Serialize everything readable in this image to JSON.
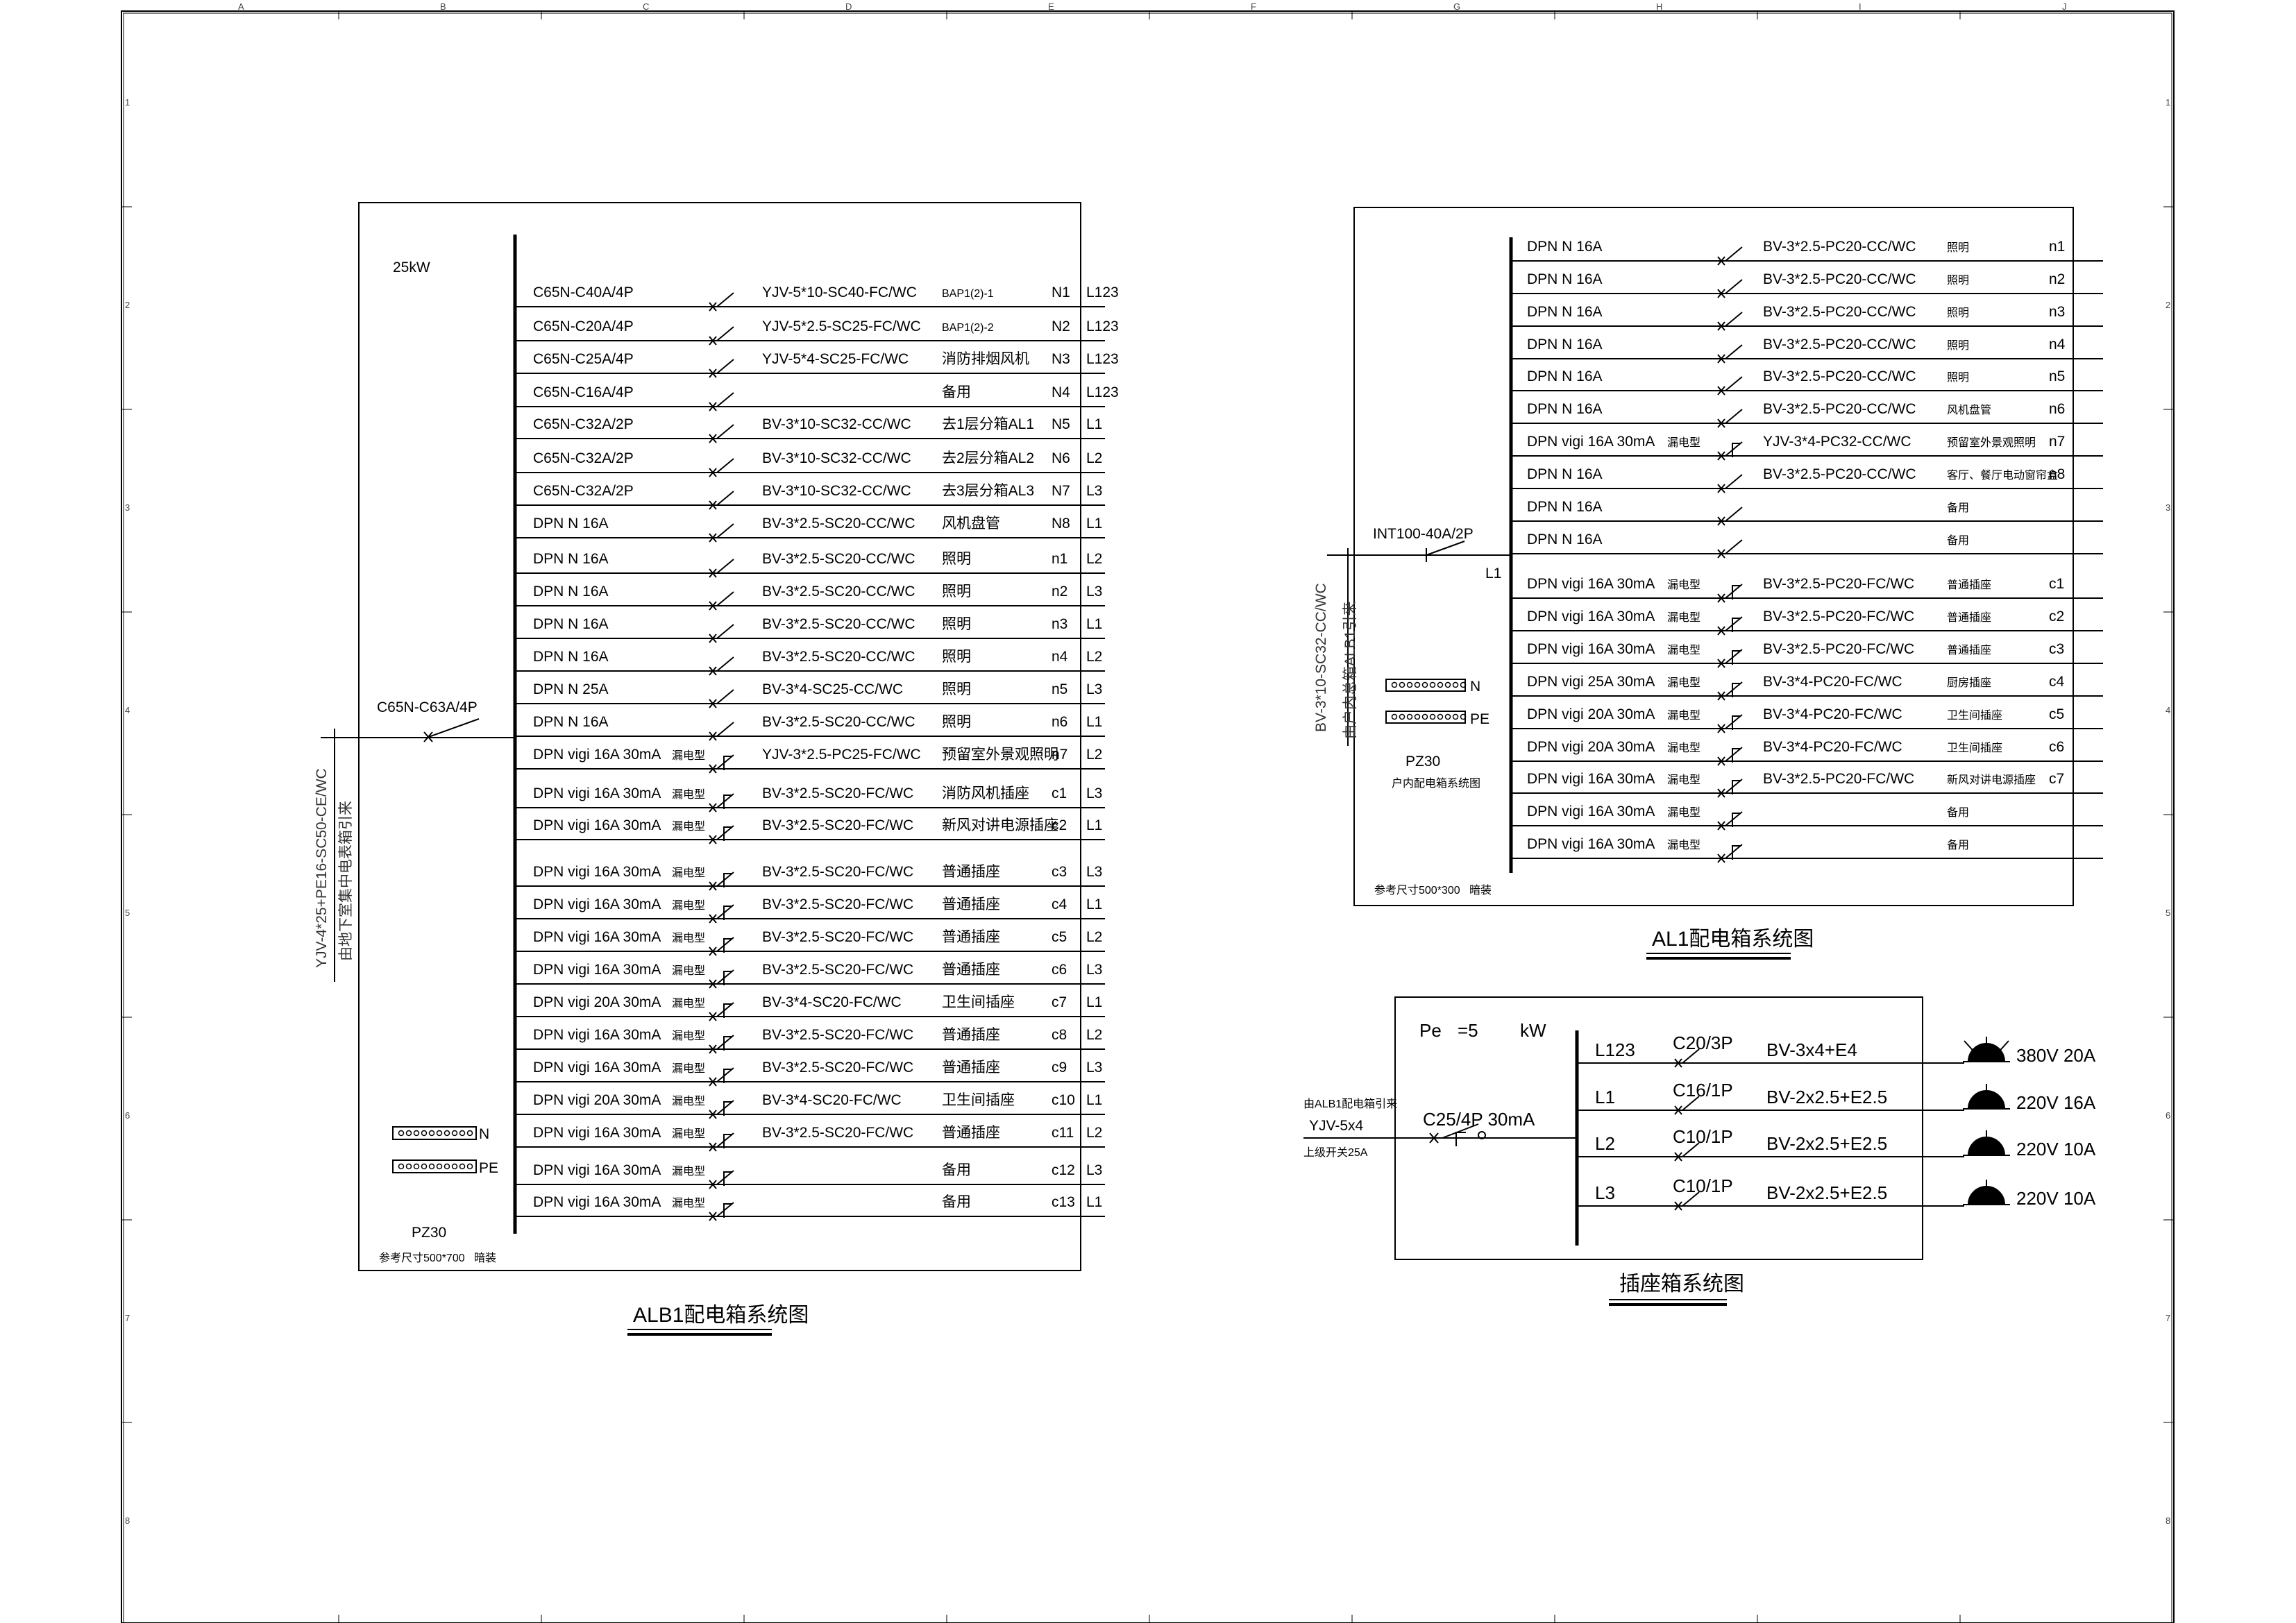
{
  "frame": {
    "col_marks": [
      "A",
      "B",
      "C",
      "D",
      "E",
      "F",
      "G",
      "H",
      "I",
      "J"
    ],
    "row_marks": [
      "1",
      "2",
      "3",
      "4",
      "5",
      "6",
      "7",
      "8"
    ]
  },
  "alb1": {
    "title": "ALB1配电箱系统图",
    "power": "25kW",
    "main_breaker": "C65N-C63A/4P",
    "incoming_cable": "YJV-4*25+PE16-SC50-CE/WC",
    "incoming_note": "由地下室集中电表箱引来",
    "terminal_n": "N",
    "terminal_pe": "PE",
    "box_model": "PZ30",
    "box_size": "参考尺寸500*700",
    "box_mount": "暗装",
    "circuits": [
      {
        "breaker": "C65N-C40A/4P",
        "cable": "YJV-5*10-SC40-FC/WC",
        "use": "BAP1(2)-1",
        "no": "N1",
        "phase": "L123",
        "rcd": false
      },
      {
        "breaker": "C65N-C20A/4P",
        "cable": "YJV-5*2.5-SC25-FC/WC",
        "use": "BAP1(2)-2",
        "no": "N2",
        "phase": "L123",
        "rcd": false
      },
      {
        "breaker": "C65N-C25A/4P",
        "cable": "YJV-5*4-SC25-FC/WC",
        "use": "消防排烟风机",
        "no": "N3",
        "phase": "L123",
        "rcd": false
      },
      {
        "breaker": "C65N-C16A/4P",
        "cable": "",
        "use": "备用",
        "no": "N4",
        "phase": "L123",
        "rcd": false
      },
      {
        "breaker": "C65N-C32A/2P",
        "cable": "BV-3*10-SC32-CC/WC",
        "use": "去1层分箱AL1",
        "no": "N5",
        "phase": "L1",
        "rcd": false
      },
      {
        "breaker": "C65N-C32A/2P",
        "cable": "BV-3*10-SC32-CC/WC",
        "use": "去2层分箱AL2",
        "no": "N6",
        "phase": "L2",
        "rcd": false
      },
      {
        "breaker": "C65N-C32A/2P",
        "cable": "BV-3*10-SC32-CC/WC",
        "use": "去3层分箱AL3",
        "no": "N7",
        "phase": "L3",
        "rcd": false
      },
      {
        "breaker": "DPN N 16A",
        "cable": "BV-3*2.5-SC20-CC/WC",
        "use": "风机盘管",
        "no": "N8",
        "phase": "L1",
        "rcd": false
      },
      {
        "breaker": "DPN N 16A",
        "cable": "BV-3*2.5-SC20-CC/WC",
        "use": "照明",
        "no": "n1",
        "phase": "L2",
        "rcd": false
      },
      {
        "breaker": "DPN N 16A",
        "cable": "BV-3*2.5-SC20-CC/WC",
        "use": "照明",
        "no": "n2",
        "phase": "L3",
        "rcd": false
      },
      {
        "breaker": "DPN N 16A",
        "cable": "BV-3*2.5-SC20-CC/WC",
        "use": "照明",
        "no": "n3",
        "phase": "L1",
        "rcd": false
      },
      {
        "breaker": "DPN N 16A",
        "cable": "BV-3*2.5-SC20-CC/WC",
        "use": "照明",
        "no": "n4",
        "phase": "L2",
        "rcd": false
      },
      {
        "breaker": "DPN N 25A",
        "cable": "BV-3*4-SC25-CC/WC",
        "use": "照明",
        "no": "n5",
        "phase": "L3",
        "rcd": false
      },
      {
        "breaker": "DPN N 16A",
        "cable": "BV-3*2.5-SC20-CC/WC",
        "use": "照明",
        "no": "n6",
        "phase": "L1",
        "rcd": false
      },
      {
        "breaker": "DPN vigi 16A 30mA",
        "cable": "YJV-3*2.5-PC25-FC/WC",
        "use": "预留室外景观照明",
        "no": "n7",
        "phase": "L2",
        "rcd": true
      },
      {
        "breaker": "DPN vigi 16A 30mA",
        "cable": "BV-3*2.5-SC20-FC/WC",
        "use": "消防风机插座",
        "no": "c1",
        "phase": "L3",
        "rcd": true
      },
      {
        "breaker": "DPN vigi 16A 30mA",
        "cable": "BV-3*2.5-SC20-FC/WC",
        "use": "新风对讲电源插座",
        "no": "c2",
        "phase": "L1",
        "rcd": true
      },
      {
        "breaker": "DPN vigi 16A 30mA",
        "cable": "BV-3*2.5-SC20-FC/WC",
        "use": "普通插座",
        "no": "c3",
        "phase": "L3",
        "rcd": true
      },
      {
        "breaker": "DPN vigi 16A 30mA",
        "cable": "BV-3*2.5-SC20-FC/WC",
        "use": "普通插座",
        "no": "c4",
        "phase": "L1",
        "rcd": true
      },
      {
        "breaker": "DPN vigi 16A 30mA",
        "cable": "BV-3*2.5-SC20-FC/WC",
        "use": "普通插座",
        "no": "c5",
        "phase": "L2",
        "rcd": true
      },
      {
        "breaker": "DPN vigi 16A 30mA",
        "cable": "BV-3*2.5-SC20-FC/WC",
        "use": "普通插座",
        "no": "c6",
        "phase": "L3",
        "rcd": true
      },
      {
        "breaker": "DPN vigi 20A 30mA",
        "cable": "BV-3*4-SC20-FC/WC",
        "use": "卫生间插座",
        "no": "c7",
        "phase": "L1",
        "rcd": true
      },
      {
        "breaker": "DPN vigi 16A 30mA",
        "cable": "BV-3*2.5-SC20-FC/WC",
        "use": "普通插座",
        "no": "c8",
        "phase": "L2",
        "rcd": true
      },
      {
        "breaker": "DPN vigi 16A 30mA",
        "cable": "BV-3*2.5-SC20-FC/WC",
        "use": "普通插座",
        "no": "c9",
        "phase": "L3",
        "rcd": true
      },
      {
        "breaker": "DPN vigi 20A 30mA",
        "cable": "BV-3*4-SC20-FC/WC",
        "use": "卫生间插座",
        "no": "c10",
        "phase": "L1",
        "rcd": true
      },
      {
        "breaker": "DPN vigi 16A 30mA",
        "cable": "BV-3*2.5-SC20-FC/WC",
        "use": "普通插座",
        "no": "c11",
        "phase": "L2",
        "rcd": true
      },
      {
        "breaker": "DPN vigi 16A 30mA",
        "cable": "",
        "use": "备用",
        "no": "c12",
        "phase": "L3",
        "rcd": true
      },
      {
        "breaker": "DPN vigi 16A 30mA",
        "cable": "",
        "use": "备用",
        "no": "c13",
        "phase": "L1",
        "rcd": true
      }
    ]
  },
  "al1": {
    "title": "AL1配电箱系统图",
    "main_breaker": "INT100-40A/2P",
    "main_phase": "L1",
    "incoming_cable": "BV-3*10-SC32-CC/WC",
    "incoming_note": "由户内总箱ALB1引来",
    "terminal_n": "N",
    "terminal_pe": "PE",
    "box_model": "PZ30",
    "box_note": "户内配电箱系统图",
    "box_size": "参考尺寸500*300",
    "box_mount": "暗装",
    "circuits": [
      {
        "breaker": "DPN N 16A",
        "cable": "BV-3*2.5-PC20-CC/WC",
        "use": "照明",
        "no": "n1",
        "rcd": false
      },
      {
        "breaker": "DPN N 16A",
        "cable": "BV-3*2.5-PC20-CC/WC",
        "use": "照明",
        "no": "n2",
        "rcd": false
      },
      {
        "breaker": "DPN N 16A",
        "cable": "BV-3*2.5-PC20-CC/WC",
        "use": "照明",
        "no": "n3",
        "rcd": false
      },
      {
        "breaker": "DPN N 16A",
        "cable": "BV-3*2.5-PC20-CC/WC",
        "use": "照明",
        "no": "n4",
        "rcd": false
      },
      {
        "breaker": "DPN N 16A",
        "cable": "BV-3*2.5-PC20-CC/WC",
        "use": "照明",
        "no": "n5",
        "rcd": false
      },
      {
        "breaker": "DPN N 16A",
        "cable": "BV-3*2.5-PC20-CC/WC",
        "use": "风机盘管",
        "no": "n6",
        "rcd": false
      },
      {
        "breaker": "DPN vigi 16A 30mA",
        "cable": "YJV-3*4-PC32-CC/WC",
        "use": "预留室外景观照明",
        "no": "n7",
        "rcd": true
      },
      {
        "breaker": "DPN N 16A",
        "cable": "BV-3*2.5-PC20-CC/WC",
        "use": "客厅、餐厅电动窗帘盒",
        "no": "n8",
        "rcd": false
      },
      {
        "breaker": "DPN N 16A",
        "cable": "",
        "use": "备用",
        "no": "",
        "rcd": false
      },
      {
        "breaker": "DPN N 16A",
        "cable": "",
        "use": "备用",
        "no": "",
        "rcd": false
      },
      {
        "breaker": "DPN vigi 16A 30mA",
        "cable": "BV-3*2.5-PC20-FC/WC",
        "use": "普通插座",
        "no": "c1",
        "rcd": true
      },
      {
        "breaker": "DPN vigi 16A 30mA",
        "cable": "BV-3*2.5-PC20-FC/WC",
        "use": "普通插座",
        "no": "c2",
        "rcd": true
      },
      {
        "breaker": "DPN vigi 16A 30mA",
        "cable": "BV-3*2.5-PC20-FC/WC",
        "use": "普通插座",
        "no": "c3",
        "rcd": true
      },
      {
        "breaker": "DPN vigi 25A 30mA",
        "cable": "BV-3*4-PC20-FC/WC",
        "use": "厨房插座",
        "no": "c4",
        "rcd": true
      },
      {
        "breaker": "DPN vigi 20A 30mA",
        "cable": "BV-3*4-PC20-FC/WC",
        "use": "卫生间插座",
        "no": "c5",
        "rcd": true
      },
      {
        "breaker": "DPN vigi 20A 30mA",
        "cable": "BV-3*4-PC20-FC/WC",
        "use": "卫生间插座",
        "no": "c6",
        "rcd": true
      },
      {
        "breaker": "DPN vigi 16A 30mA",
        "cable": "BV-3*2.5-PC20-FC/WC",
        "use": "新风对讲电源插座",
        "no": "c7",
        "rcd": true
      },
      {
        "breaker": "DPN vigi 16A 30mA",
        "cable": "",
        "use": "备用",
        "no": "",
        "rcd": true
      },
      {
        "breaker": "DPN vigi 16A 30mA",
        "cable": "",
        "use": "备用",
        "no": "",
        "rcd": true
      }
    ]
  },
  "socket": {
    "title": "插座箱系统图",
    "pe_label": "Pe",
    "pe_value": "=5",
    "pe_unit": "kW",
    "incoming_note": "由ALB1配电箱引来",
    "incoming_cable": "YJV-5x4",
    "incoming_sub": "上级开关25A",
    "main_breaker": "C25/4P 30mA",
    "circuits": [
      {
        "phase": "L123",
        "breaker": "C20/3P",
        "cable": "BV-3x4+E4",
        "rating": "380V 20A"
      },
      {
        "phase": "L1",
        "breaker": "C16/1P",
        "cable": "BV-2x2.5+E2.5",
        "rating": "220V 16A"
      },
      {
        "phase": "L2",
        "breaker": "C10/1P",
        "cable": "BV-2x2.5+E2.5",
        "rating": "220V 10A"
      },
      {
        "phase": "L3",
        "breaker": "C10/1P",
        "cable": "BV-2x2.5+E2.5",
        "rating": "220V 10A"
      }
    ]
  }
}
